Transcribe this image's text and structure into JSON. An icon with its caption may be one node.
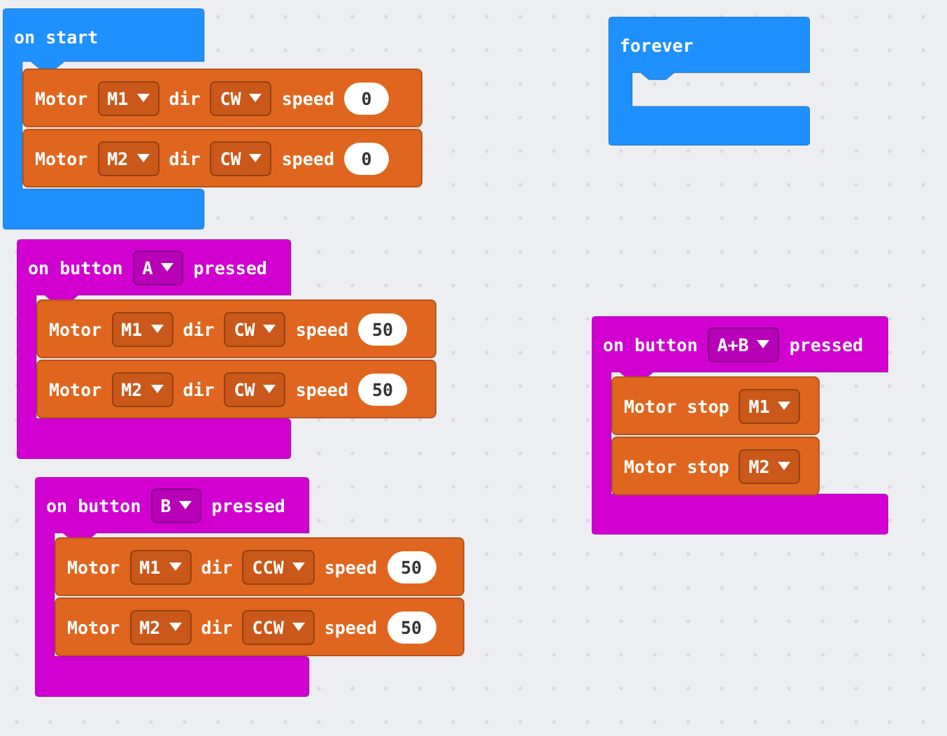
{
  "diagram": {
    "nodes": [
      {
        "text": [
          "on start"
        ]
      },
      {
        "text": [
          "Motor",
          "M1",
          "dir",
          "CW",
          "speed",
          "0"
        ]
      },
      {
        "text": [
          "Motor",
          "M2",
          "dir",
          "CW",
          "speed",
          "0"
        ]
      },
      {
        "text": [
          "forever"
        ]
      },
      {
        "text": [
          "on button",
          "A",
          "pressed"
        ]
      },
      {
        "text": [
          "Motor",
          "M1",
          "dir",
          "CW",
          "speed",
          "50"
        ]
      },
      {
        "text": [
          "Motor",
          "M2",
          "dir",
          "CW",
          "speed",
          "50"
        ]
      },
      {
        "text": [
          "on button",
          "B",
          "pressed"
        ]
      },
      {
        "text": [
          "Motor",
          "M1",
          "dir",
          "CCW",
          "speed",
          "50"
        ]
      },
      {
        "text": [
          "Motor",
          "M2",
          "dir",
          "CCW",
          "speed",
          "50"
        ]
      },
      {
        "text": [
          "on button",
          "A+B",
          "pressed"
        ]
      },
      {
        "text": [
          "Motor stop",
          "M1"
        ],
        "in": 10
      },
      {
        "text": [
          "Motor stop",
          "M2"
        ],
        "in": 10
      }
    ]
  }
}
